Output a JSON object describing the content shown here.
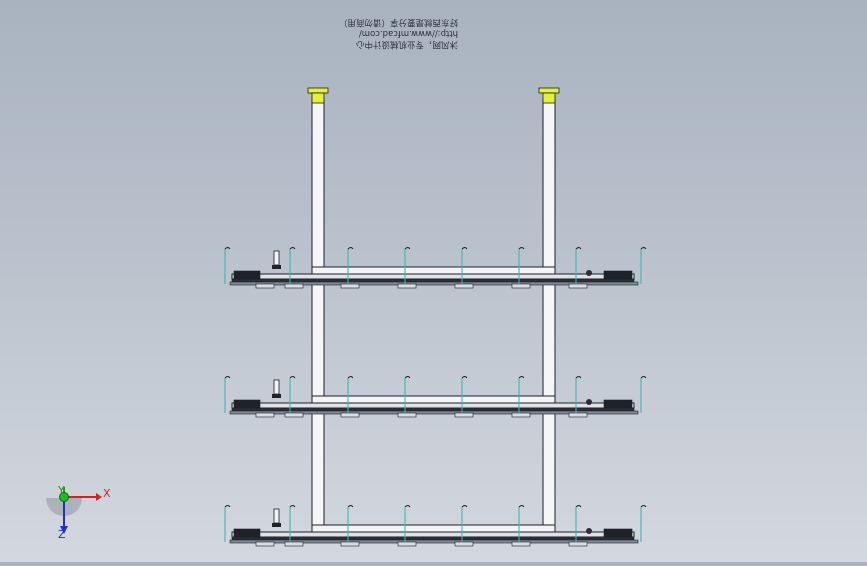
{
  "watermark": {
    "lines": [
      "沐风网，专业机械设计中心",
      "http://www.mfcad.com/",
      "好东西就是要分享（请勿商用）"
    ]
  },
  "triad": {
    "x_label": "X",
    "y_label": "Y",
    "z_label": "Z"
  },
  "colors": {
    "background_top": "#a9b3c0",
    "background_bottom": "#d3d8df",
    "post_cap": "#e5f03a",
    "line": "#1c1f24",
    "hanger": "#3fb7b0",
    "axis_x": "#d42020",
    "axis_y": "#19a019",
    "axis_z": "#2030c8"
  },
  "diagram": {
    "tier_count": 3,
    "hangers_per_tier": 8,
    "posts": 2
  }
}
